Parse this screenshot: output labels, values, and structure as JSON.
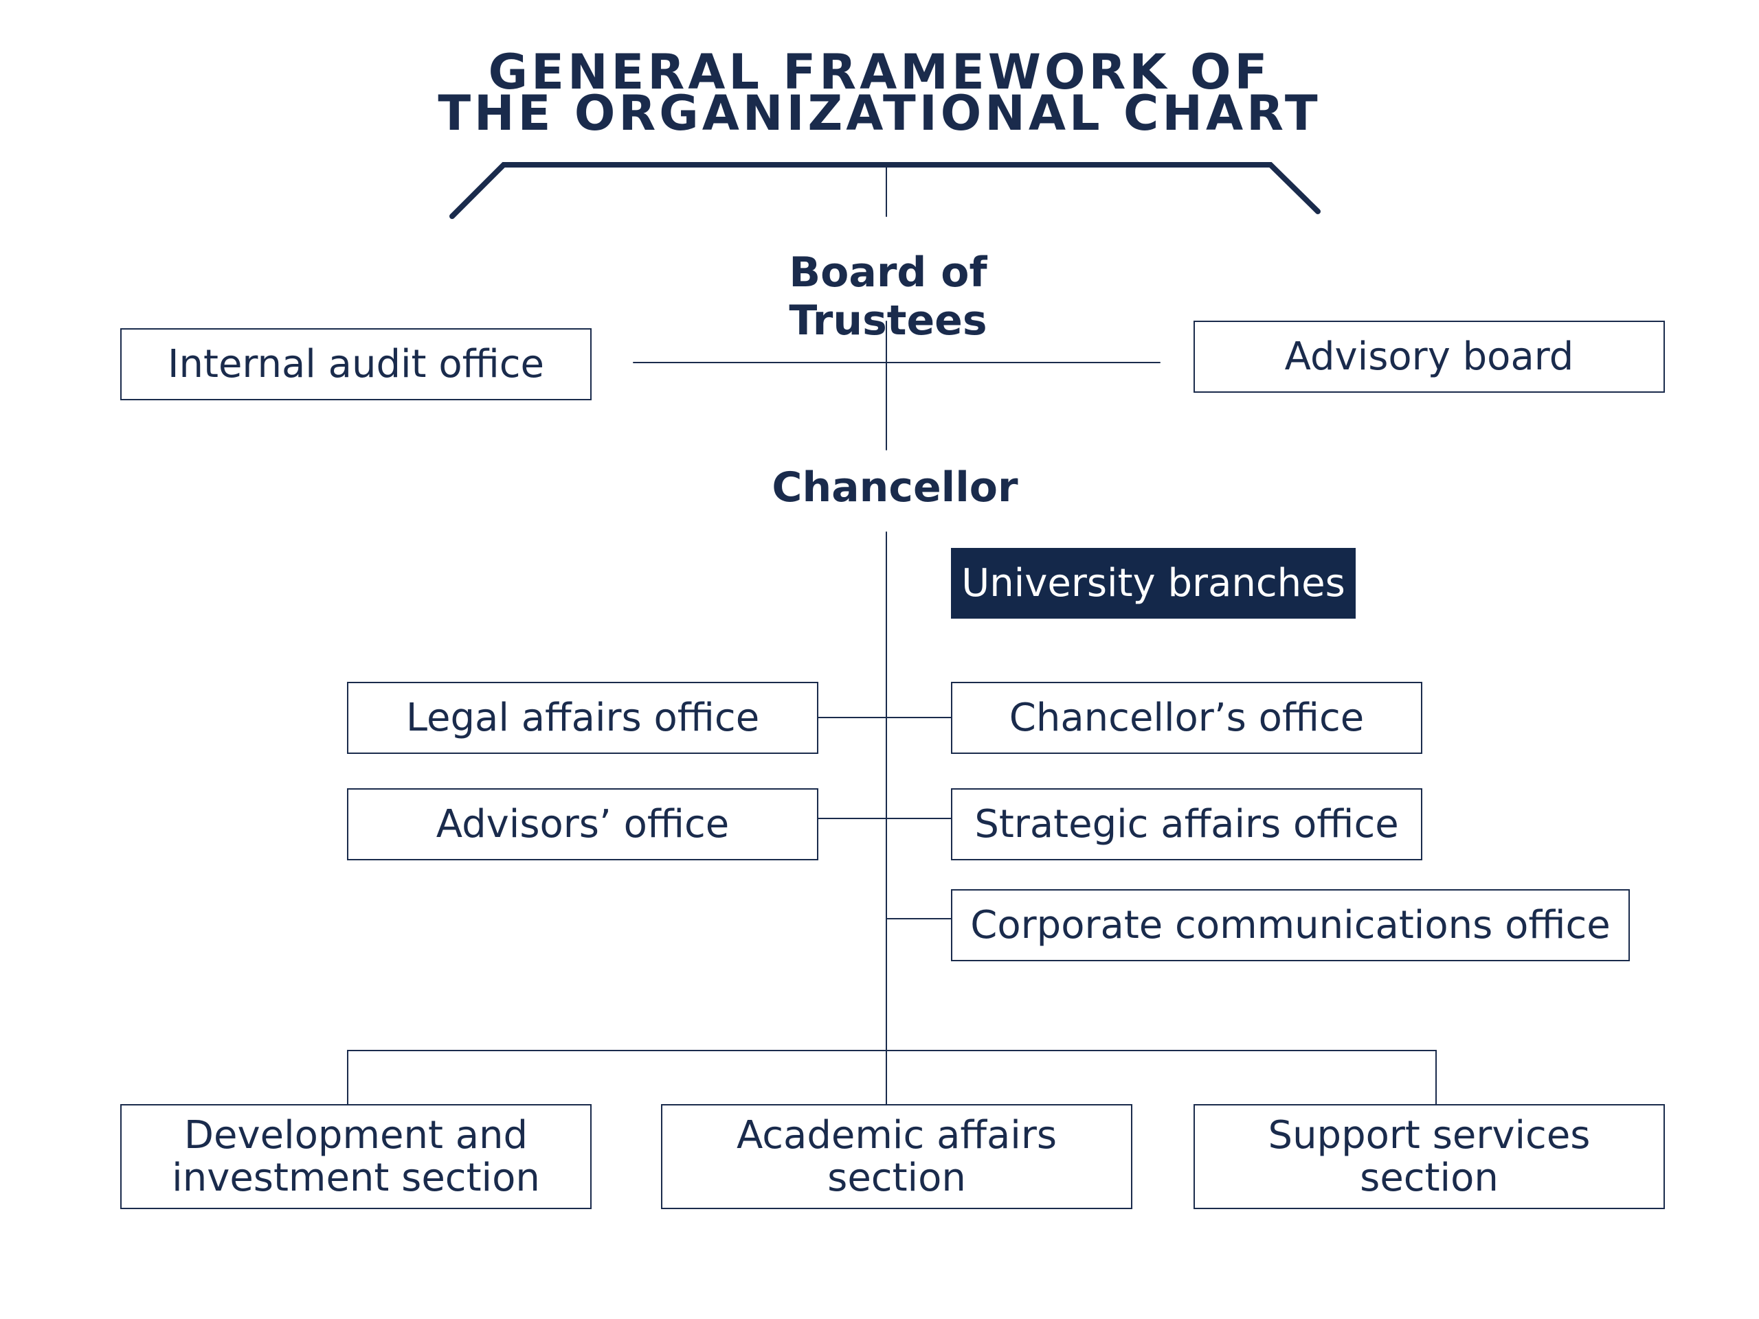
{
  "title": {
    "line1": "GENERAL FRAMEWORK OF",
    "line2": "THE ORGANIZATIONAL CHART"
  },
  "nodes": {
    "board_of_trustees": "Board of Trustees",
    "internal_audit_office": "Internal audit office",
    "advisory_board": "Advisory board",
    "chancellor": "Chancellor",
    "university_branches": "University branches",
    "legal_affairs_office": "Legal affairs office",
    "chancellors_office": "Chancellor’s office",
    "advisors_office": "Advisors’ office",
    "strategic_affairs_office": "Strategic affairs office",
    "corporate_communications_office": "Corporate communications office",
    "development_section": {
      "line1": "Development and",
      "line2": "investment section"
    },
    "academic_section": {
      "line1": "Academic affairs",
      "line2": "section"
    },
    "support_section": {
      "line1": "Support services",
      "line2": "section"
    }
  },
  "colors": {
    "navy": "#1a2b4c",
    "branch_fill": "#14284a",
    "background": "#ffffff"
  }
}
